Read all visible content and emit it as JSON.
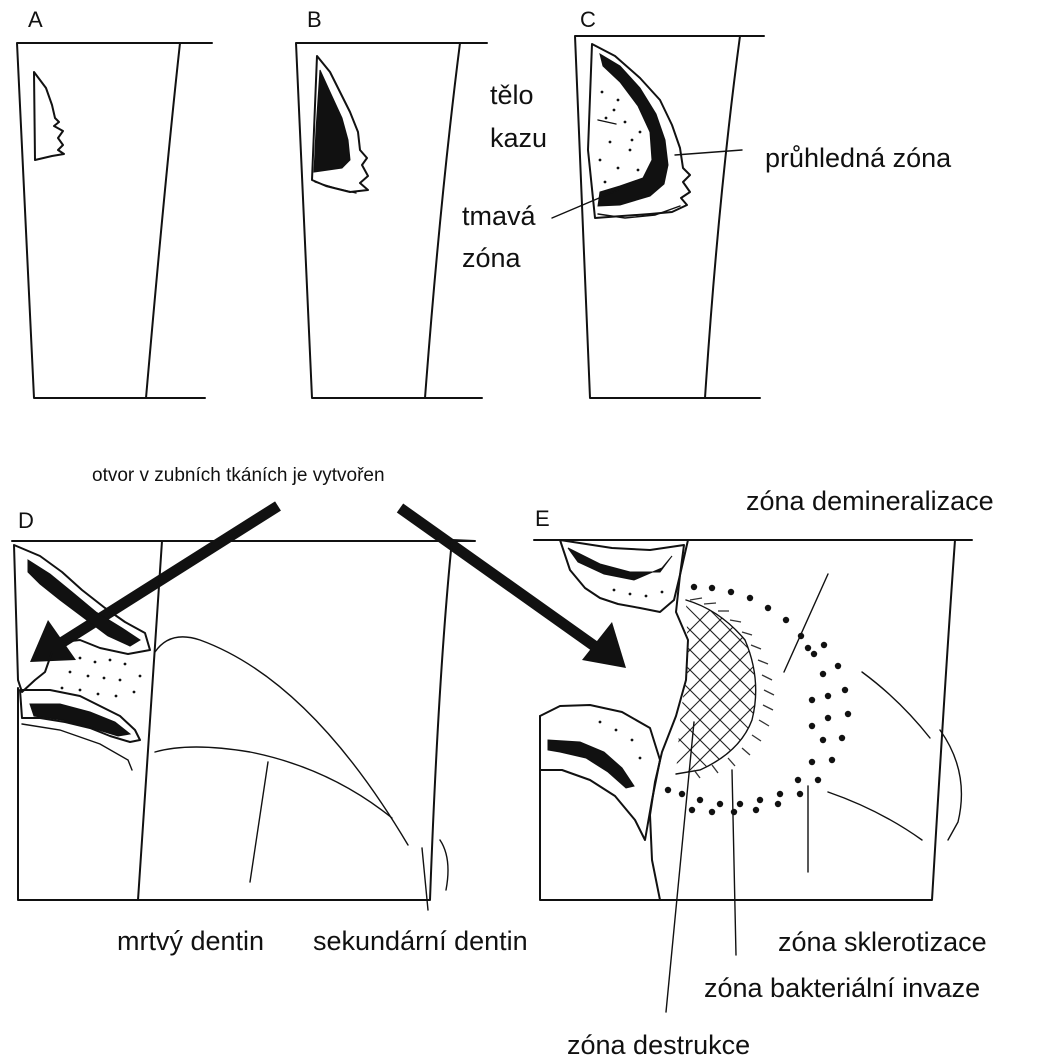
{
  "panels": {
    "a": "A",
    "b": "B",
    "c": "C",
    "d": "D",
    "e": "E"
  },
  "labels": {
    "telo_kazu": [
      "tělo",
      "kazu"
    ],
    "pruhledna_zona": "průhledná zóna",
    "tmava_zona": [
      "tmavá",
      "zóna"
    ],
    "otvor": "otvor v zubních tkáních je vytvořen",
    "zona_demineralizace": "zóna demineralizace",
    "mrtvy_dentin": "mrtvý dentin",
    "sekundarni_dentin": "sekundární dentin",
    "zona_sklerotizace": "zóna sklerotizace",
    "zona_bakterialni_invaze": "zóna bakteriální invaze",
    "zona_destrukce": "zóna destrukce"
  }
}
